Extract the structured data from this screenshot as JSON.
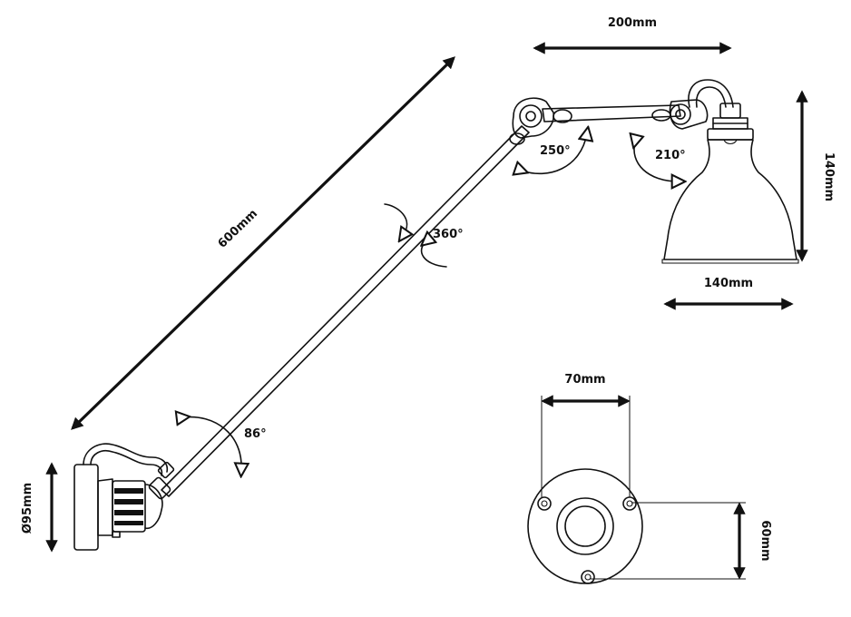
{
  "colors": {
    "ink": "#111111",
    "paper": "#ffffff"
  },
  "labels": {
    "arm_length": "600mm",
    "head_arm_length": "200mm",
    "shade_height": "140mm",
    "shade_width": "140mm",
    "base_height": "Ø95mm",
    "plate_width": "70mm",
    "plate_height": "60mm",
    "rotation_elbow": "250°",
    "rotation_head": "210°",
    "rotation_arm": "360°",
    "rotation_base": "86°"
  }
}
